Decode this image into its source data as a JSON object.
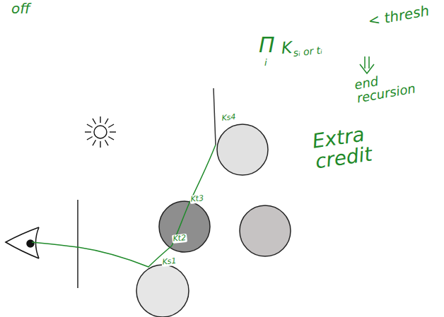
{
  "diagram": {
    "labels": [
      "off",
      "Π",
      "i",
      "K",
      "sᵢ or tᵢ",
      "< thresh",
      "end recursion",
      "Extra credit",
      "Ks4",
      "Kt3",
      "Kt2",
      "Ks1"
    ]
  }
}
